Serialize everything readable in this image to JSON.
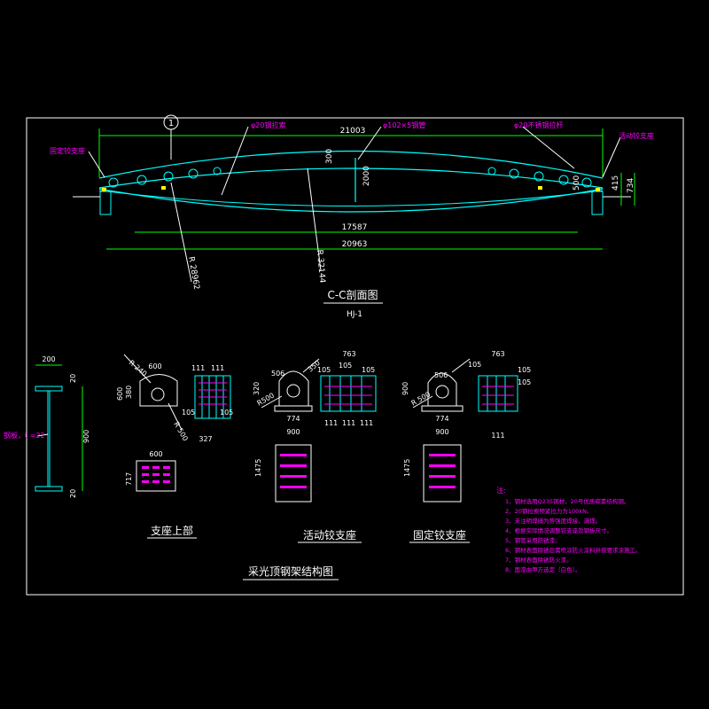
{
  "section": {
    "title": "C-C剖面图",
    "code": "HJ-1",
    "dims": {
      "total_top": "21003",
      "rise_left": "300",
      "rise_mid": "2000",
      "end_height": "500",
      "support_h1": "415",
      "support_h2": "734",
      "span_inner": "17587",
      "span_total": "20963",
      "radius_left": "R 28962",
      "radius_mid": "R 32144",
      "axis_symbol": "1"
    },
    "callouts": {
      "fixed_left": "固定铰支座",
      "rod": "φ20钢拉索",
      "pipe": "φ102×5钢管",
      "tie": "φ20不锈钢拉杆",
      "movable_right": "活动铰支座"
    }
  },
  "details": {
    "upper": {
      "title": "支座上部",
      "w200": "200",
      "h900": "900",
      "t20a": "20",
      "t20b": "20",
      "plate_note": "钢板，t =22",
      "r240": "R 240",
      "w600": "600",
      "h380": "380",
      "h600": "600",
      "r500": "R 500",
      "d111a": "111",
      "d111b": "111",
      "d105a": "105",
      "d105b": "105",
      "d327": "327",
      "p600": "600",
      "p717": "717"
    },
    "movable": {
      "title": "活动铰支座",
      "d506": "506",
      "r500": "R500",
      "d320": "320",
      "d350": "350",
      "d763": "763",
      "d105a": "105",
      "d105b": "105",
      "d105c": "105",
      "d774": "774",
      "d111a": "111",
      "d111b": "111",
      "d111c": "111",
      "d900": "900",
      "d1475": "1475"
    },
    "fixed": {
      "title": "固定铰支座",
      "d506": "506",
      "r500": "R 500",
      "d763": "763",
      "d105a": "105",
      "d105b": "105",
      "d105c": "105",
      "d900a": "900",
      "d774": "774",
      "d111": "111",
      "d900b": "900",
      "d1475": "1475"
    }
  },
  "main_title": "采光顶钢架结构图",
  "notes": {
    "heading": "注:",
    "items": [
      "1、钢材选用Q235钢材，20号优质碳素结构钢。",
      "2、20钢拉索预紧拉力为100kN。",
      "3、未注明焊缝为等强度焊接，满焊。",
      "4、根据实际情况调整铰支座及钢板尺寸。",
      "5、钢管采用防锈漆。",
      "6、钢材表面除锈后需喷涂防火涂料并按要求涂施工。",
      "7、钢材表面除锈防火漆。",
      "8、面漆由甲方选定（白色）。"
    ]
  },
  "colors": {
    "background": "#000000",
    "frame": "#ffffff",
    "structure": "#00ffff",
    "dimension": "#00ff00",
    "callout": "#ff00ff",
    "highlight": "#ffff00",
    "text_white": "#ffffff"
  }
}
